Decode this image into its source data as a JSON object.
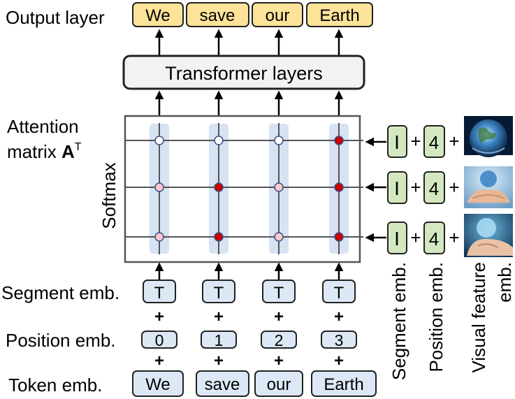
{
  "output_layer": {
    "label": "Output layer",
    "tokens": [
      "We",
      "save",
      "our",
      "Earth"
    ]
  },
  "transformer": {
    "label": "Transformer layers"
  },
  "attention": {
    "label_line1": "Attention",
    "label_line2_prefix": "matrix ",
    "label_bold": "A",
    "label_sup": "T",
    "softmax_label": "Softmax",
    "cell_levels": [
      [
        0.0,
        0.0,
        0.0,
        1.0
      ],
      [
        0.3,
        1.0,
        0.3,
        0.9
      ],
      [
        0.3,
        1.0,
        0.3,
        0.9
      ]
    ]
  },
  "left_inputs": {
    "segment": {
      "label": "Segment emb.",
      "values": [
        "T",
        "T",
        "T",
        "T"
      ]
    },
    "position": {
      "label": "Position emb.",
      "values": [
        "0",
        "1",
        "2",
        "3"
      ]
    },
    "token": {
      "label": "Token emb.",
      "values": [
        "We",
        "save",
        "our",
        "Earth"
      ]
    },
    "plus": "+"
  },
  "right_inputs": {
    "rows": [
      {
        "segment": "I",
        "position": "4",
        "image": "earth-globe-image"
      },
      {
        "segment": "I",
        "position": "4",
        "image": "hands-holding-earth-image"
      },
      {
        "segment": "I",
        "position": "4",
        "image": "hand-holding-earth-image"
      }
    ],
    "plus": "+",
    "segment_label": "Segment emb.",
    "position_label": "Position emb.",
    "visual_label_line1": "Visual feature",
    "visual_label_line2": "emb."
  },
  "colors": {
    "output_fill": "#fde39a",
    "embedding_fill": "#dce8f5",
    "side_fill": "#d3e8c0",
    "cell_low": "#ffffff",
    "cell_mid": "#f9c9c9",
    "cell_high": "#cc0000"
  }
}
